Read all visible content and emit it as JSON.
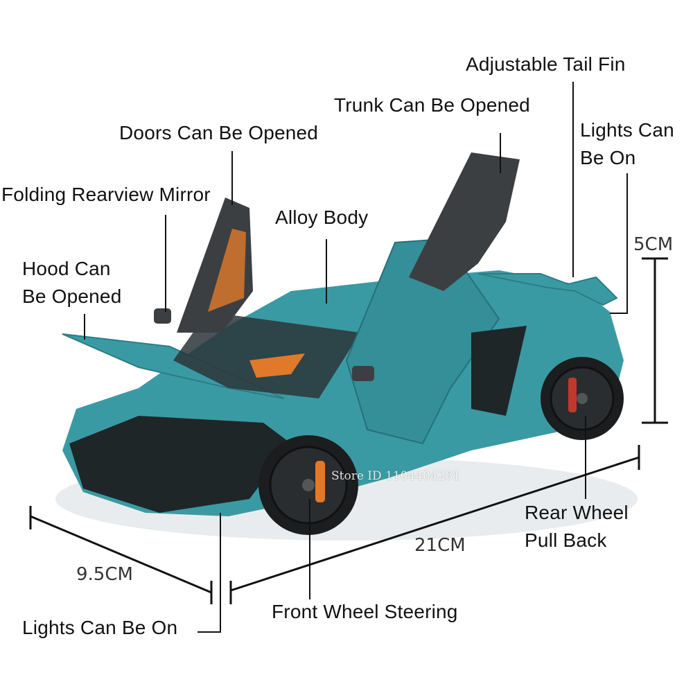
{
  "labels": {
    "adjustable_tail_fin": "Adjustable Tail Fin",
    "trunk_can_be_opened": "Trunk Can Be Opened",
    "doors_can_be_opened": "Doors Can Be Opened",
    "lights_can_be_on_rear_line1": "Lights Can",
    "lights_can_be_on_rear_line2": "Be On",
    "folding_rearview_mirror": "Folding Rearview Mirror",
    "alloy_body": "Alloy Body",
    "hood_can_be_opened_line1": "Hood Can",
    "hood_can_be_opened_line2": "Be Opened",
    "rear_wheel_pull_back_line1": "Rear Wheel",
    "rear_wheel_pull_back_line2": "Pull Back",
    "front_wheel_steering": "Front Wheel Steering",
    "lights_can_be_on_front": "Lights Can Be On"
  },
  "dimensions": {
    "height": "5CM",
    "length": "21CM",
    "width": "9.5CM"
  },
  "watermark": "Store ID 1104404281",
  "colors": {
    "body": "#3a9aa3",
    "body_dark": "#1f6b73",
    "carbon": "#3c3f42",
    "accent_orange": "#e07a2a",
    "line": "#111111"
  }
}
